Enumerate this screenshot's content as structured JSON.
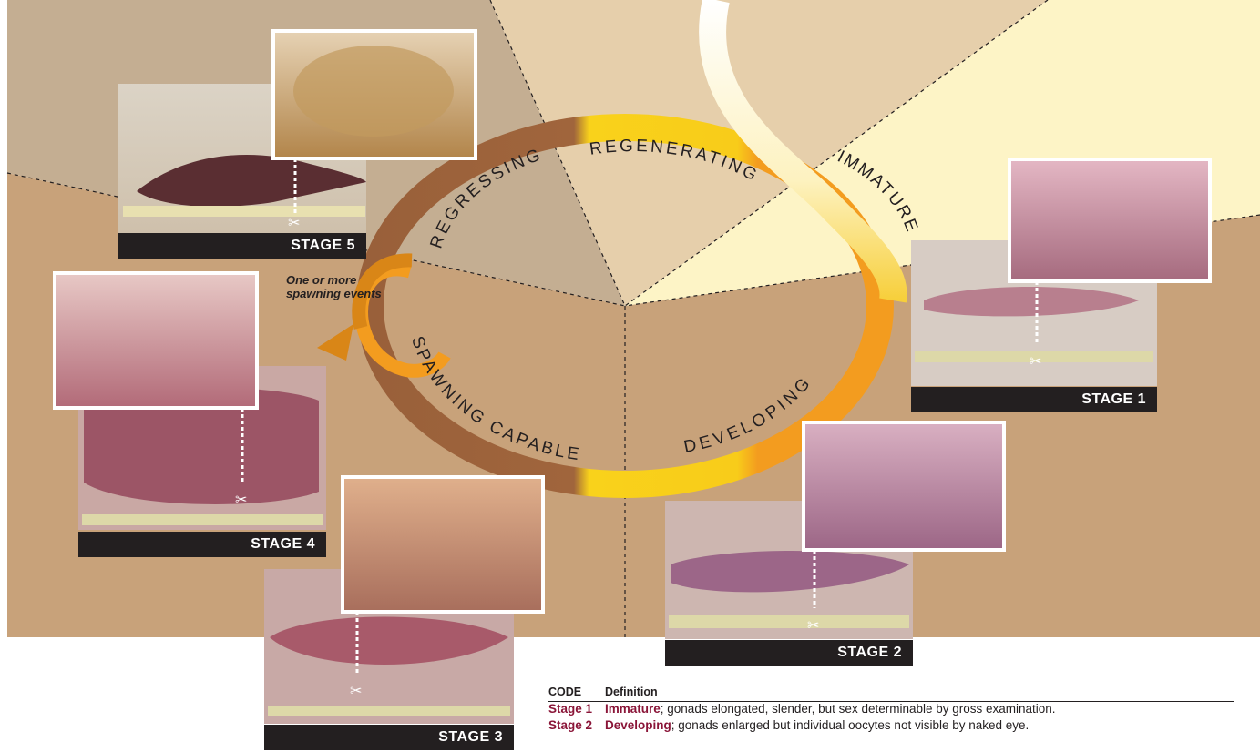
{
  "phases": {
    "regressing": "REGRESSING",
    "regenerating": "REGENERATING",
    "immature": "IMMATURE",
    "developing": "DEVELOPING",
    "spawning_capable": "SPAWNING CAPABLE"
  },
  "note": {
    "line1": "One or more",
    "line2": "spawning events"
  },
  "stages": {
    "s1": "STAGE 1",
    "s2": "STAGE 2",
    "s3": "STAGE 3",
    "s4": "STAGE 4",
    "s5": "STAGE 5"
  },
  "legend": {
    "header_code": "CODE",
    "header_definition": "Definition",
    "rows": [
      {
        "code": "Stage 1",
        "term": "Immature",
        "rest": "; gonads elongated, slender, but sex determinable by gross examination."
      },
      {
        "code": "Stage 2",
        "term": "Developing",
        "rest": "; gonads enlarged but individual oocytes not visible by naked eye."
      }
    ]
  },
  "colors": {
    "background_dark": "#c8a27a",
    "background_light": "#e6cfab",
    "regressing_sector": "#c4ae92",
    "immature_sector": "#fdf4c6",
    "ring_brown": "#99603a",
    "ring_yellow": "#f9d21b",
    "ring_orange": "#f39c1f",
    "label_bar": "#231f20",
    "legend_code": "#8a1538"
  }
}
